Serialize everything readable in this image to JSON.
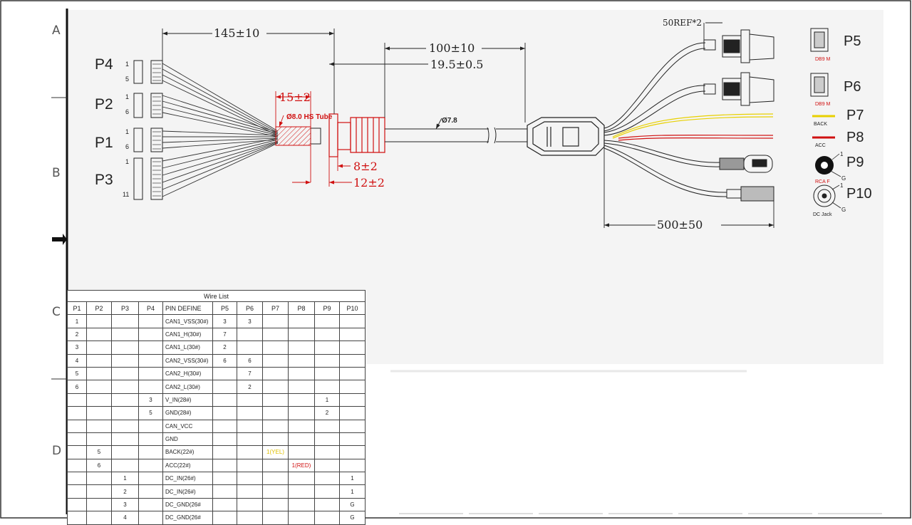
{
  "zones": [
    "A",
    "B",
    "C",
    "D"
  ],
  "dimensions": {
    "d145": "145±10",
    "d100": "100±10",
    "d19": "19.5±0.5",
    "d15": "15±2",
    "d8": "8±2",
    "d12": "12±2",
    "d500": "500±50",
    "ref50": "50REF*2",
    "cable_dia": "Ø7.8",
    "tube": "Ø8.0 HS Tube"
  },
  "left_connectors": [
    {
      "name": "P4",
      "pin_first": "1",
      "pin_last": "5"
    },
    {
      "name": "P2",
      "pin_first": "1",
      "pin_last": "6"
    },
    {
      "name": "P1",
      "pin_first": "1",
      "pin_last": "6"
    },
    {
      "name": "P3",
      "pin_first": "1",
      "pin_last": "11"
    }
  ],
  "right_connectors": [
    {
      "name": "P5",
      "sub": "DB9 M"
    },
    {
      "name": "P6",
      "sub": "DB9 M"
    },
    {
      "name": "P7",
      "sub": "BACK"
    },
    {
      "name": "P8",
      "sub": "ACC"
    },
    {
      "name": "P9",
      "sub": "RCA F"
    },
    {
      "name": "P10",
      "sub": "DC Jack"
    }
  ],
  "pin_marks": {
    "one": "1",
    "g": "G"
  },
  "wire_table": {
    "title": "Wire List",
    "headers": [
      "P1",
      "P2",
      "P3",
      "P4",
      "PIN DEFINE",
      "P5",
      "P6",
      "P7",
      "P8",
      "P9",
      "P10"
    ],
    "rows": [
      [
        "1",
        "",
        "",
        "",
        "CAN1_VSS(30#)",
        "3",
        "3",
        "",
        "",
        "",
        ""
      ],
      [
        "2",
        "",
        "",
        "",
        "CAN1_H(30#)",
        "7",
        "",
        "",
        "",
        "",
        ""
      ],
      [
        "3",
        "",
        "",
        "",
        "CAN1_L(30#)",
        "2",
        "",
        "",
        "",
        "",
        ""
      ],
      [
        "4",
        "",
        "",
        "",
        "CAN2_VSS(30#)",
        "6",
        "6",
        "",
        "",
        "",
        ""
      ],
      [
        "5",
        "",
        "",
        "",
        "CAN2_H(30#)",
        "",
        "7",
        "",
        "",
        "",
        ""
      ],
      [
        "6",
        "",
        "",
        "",
        "CAN2_L(30#)",
        "",
        "2",
        "",
        "",
        "",
        ""
      ],
      [
        "",
        "",
        "",
        "3",
        "V_IN(28#)",
        "",
        "",
        "",
        "",
        "1",
        ""
      ],
      [
        "",
        "",
        "",
        "5",
        "GND(28#)",
        "",
        "",
        "",
        "",
        "2",
        ""
      ],
      [
        "",
        "",
        "",
        "",
        "CAN_VCC",
        "",
        "",
        "",
        "",
        "",
        ""
      ],
      [
        "",
        "",
        "",
        "",
        "GND",
        "",
        "",
        "",
        "",
        "",
        ""
      ],
      [
        "",
        "5",
        "",
        "",
        "BACK(22#)",
        "",
        "",
        "1(YEL)",
        "",
        "",
        ""
      ],
      [
        "",
        "6",
        "",
        "",
        "ACC(22#)",
        "",
        "",
        "",
        "1(RED)",
        "",
        ""
      ],
      [
        "",
        "",
        "1",
        "",
        "DC_IN(26#)",
        "",
        "",
        "",
        "",
        "",
        "1"
      ],
      [
        "",
        "",
        "2",
        "",
        "DC_IN(26#)",
        "",
        "",
        "",
        "",
        "",
        "1"
      ],
      [
        "",
        "",
        "3",
        "",
        "DC_GND(26#",
        "",
        "",
        "",
        "",
        "",
        "G"
      ],
      [
        "",
        "",
        "4",
        "",
        "DC_GND(26#",
        "",
        "",
        "",
        "",
        "",
        "G"
      ]
    ]
  }
}
